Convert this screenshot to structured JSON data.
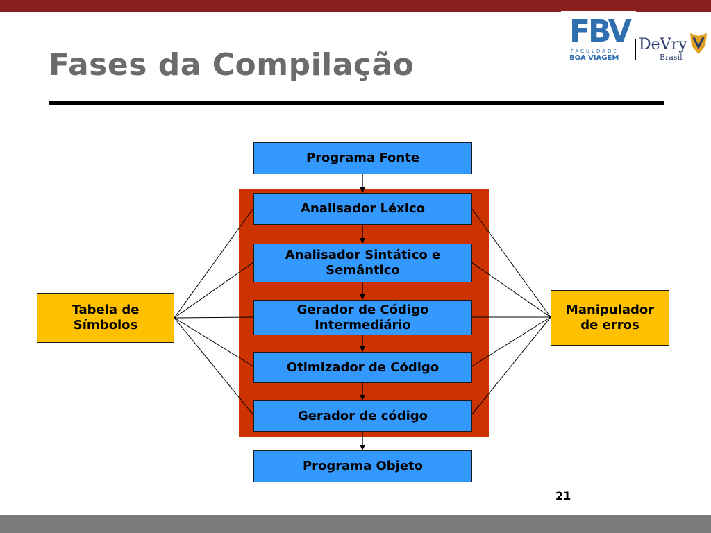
{
  "slide": {
    "title": "Fases da Compilação",
    "page_number": "21"
  },
  "logos": {
    "fbv_mark": "FBV",
    "fbv_line1": "FACULDADE",
    "fbv_line2": "BOA VIAGEM",
    "devry": "DeVry",
    "devry_country": "Brasil"
  },
  "diagram": {
    "source": "Programa Fonte",
    "phases": [
      "Analisador Léxico",
      "Analisador Sintático e Semântico",
      "Gerador de Código Intermediário",
      "Otimizador de Código",
      "Gerador de código"
    ],
    "target": "Programa Objeto",
    "symbol_table": "Tabela de Símbolos",
    "error_handler": "Manipulador de erros"
  },
  "colors": {
    "top_bar": "#8a1f1f",
    "phase_box": "#3399ff",
    "side_box": "#ffc000",
    "panel": "#cc3300",
    "bottom_bar": "#7a7a7a"
  }
}
